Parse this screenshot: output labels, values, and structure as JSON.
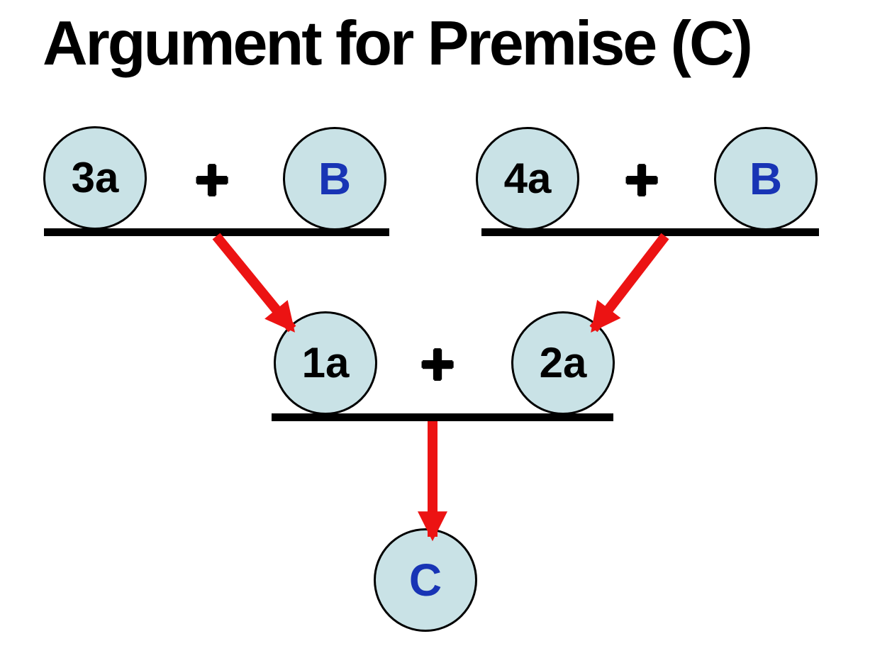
{
  "title": "Argument for Premise (C)",
  "colors": {
    "background": "#ffffff",
    "node_fill": "#c9e2e6",
    "node_border": "#000000",
    "arrow_red": "#ec1313",
    "label_blue": "#1834b5",
    "label_black": "#000000",
    "bar_black": "#000000"
  },
  "diagram": {
    "operator_symbol": "+",
    "nodes": [
      {
        "id": "3a",
        "label": "3a",
        "label_color": "black"
      },
      {
        "id": "B1",
        "label": "B",
        "label_color": "blue"
      },
      {
        "id": "4a",
        "label": "4a",
        "label_color": "black"
      },
      {
        "id": "B2",
        "label": "B",
        "label_color": "blue"
      },
      {
        "id": "1a",
        "label": "1a",
        "label_color": "black"
      },
      {
        "id": "2a",
        "label": "2a",
        "label_color": "black"
      },
      {
        "id": "C",
        "label": "C",
        "label_color": "blue"
      }
    ],
    "groups": [
      {
        "name": "premise-group-left",
        "expression": "3a + B"
      },
      {
        "name": "premise-group-right",
        "expression": "4a + B"
      },
      {
        "name": "intermediate-group",
        "expression": "1a + 2a"
      },
      {
        "name": "conclusion",
        "expression": "C"
      }
    ],
    "edges": [
      {
        "from": "premise-group-left",
        "to": "1a"
      },
      {
        "from": "premise-group-right",
        "to": "2a"
      },
      {
        "from": "intermediate-group",
        "to": "C"
      }
    ]
  }
}
